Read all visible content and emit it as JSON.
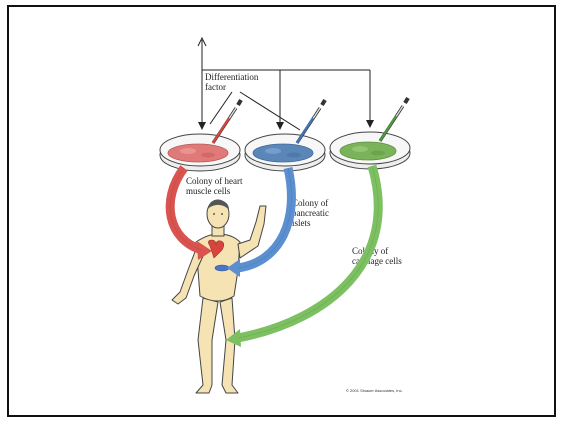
{
  "labels": {
    "factor_line1": "Differentiation",
    "factor_line2": "factor",
    "heart_line1": "Colony of heart",
    "heart_line2": "muscle cells",
    "pancreas_line1": "Colony of",
    "pancreas_line2": "pancreatic",
    "pancreas_line3": "islets",
    "cartilage_line1": "Colony of",
    "cartilage_line2": "cartilage cells",
    "credit": "© 2001 Sinauer Associates, Inc."
  },
  "colors": {
    "heart": "#e07a78",
    "pancreas": "#5b87b8",
    "cartilage": "#7ab35a",
    "skin": "#f6e3b4",
    "heart_organ": "#d8453c",
    "pancreas_organ": "#4a74c4"
  },
  "icons": {
    "dish": "petri-dish-icon",
    "pipette": "pipette-icon",
    "figure": "human-figure-icon"
  }
}
